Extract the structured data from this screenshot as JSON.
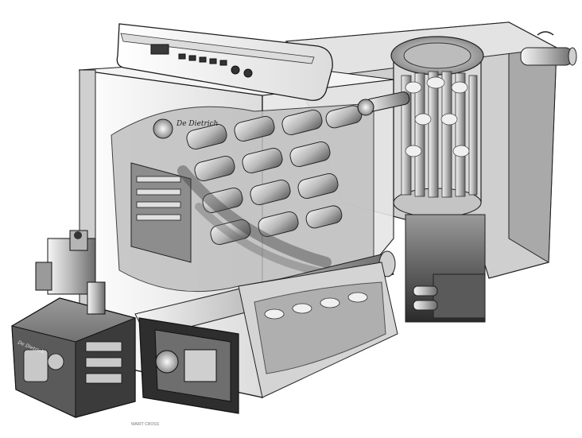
{
  "illustration": {
    "subject": "boiler-cutaway",
    "brand_label": "De Dietrich",
    "burner_label": "De Dietrich",
    "credit_text": "WAIRT CROSS"
  },
  "palette": {
    "background": "#ffffff",
    "steel_dark": "#3a3a3a",
    "steel_mid": "#8a8a8a",
    "steel_light": "#d8d8d8",
    "glass": "#e9e9e9",
    "outline": "#1a1a1a"
  }
}
